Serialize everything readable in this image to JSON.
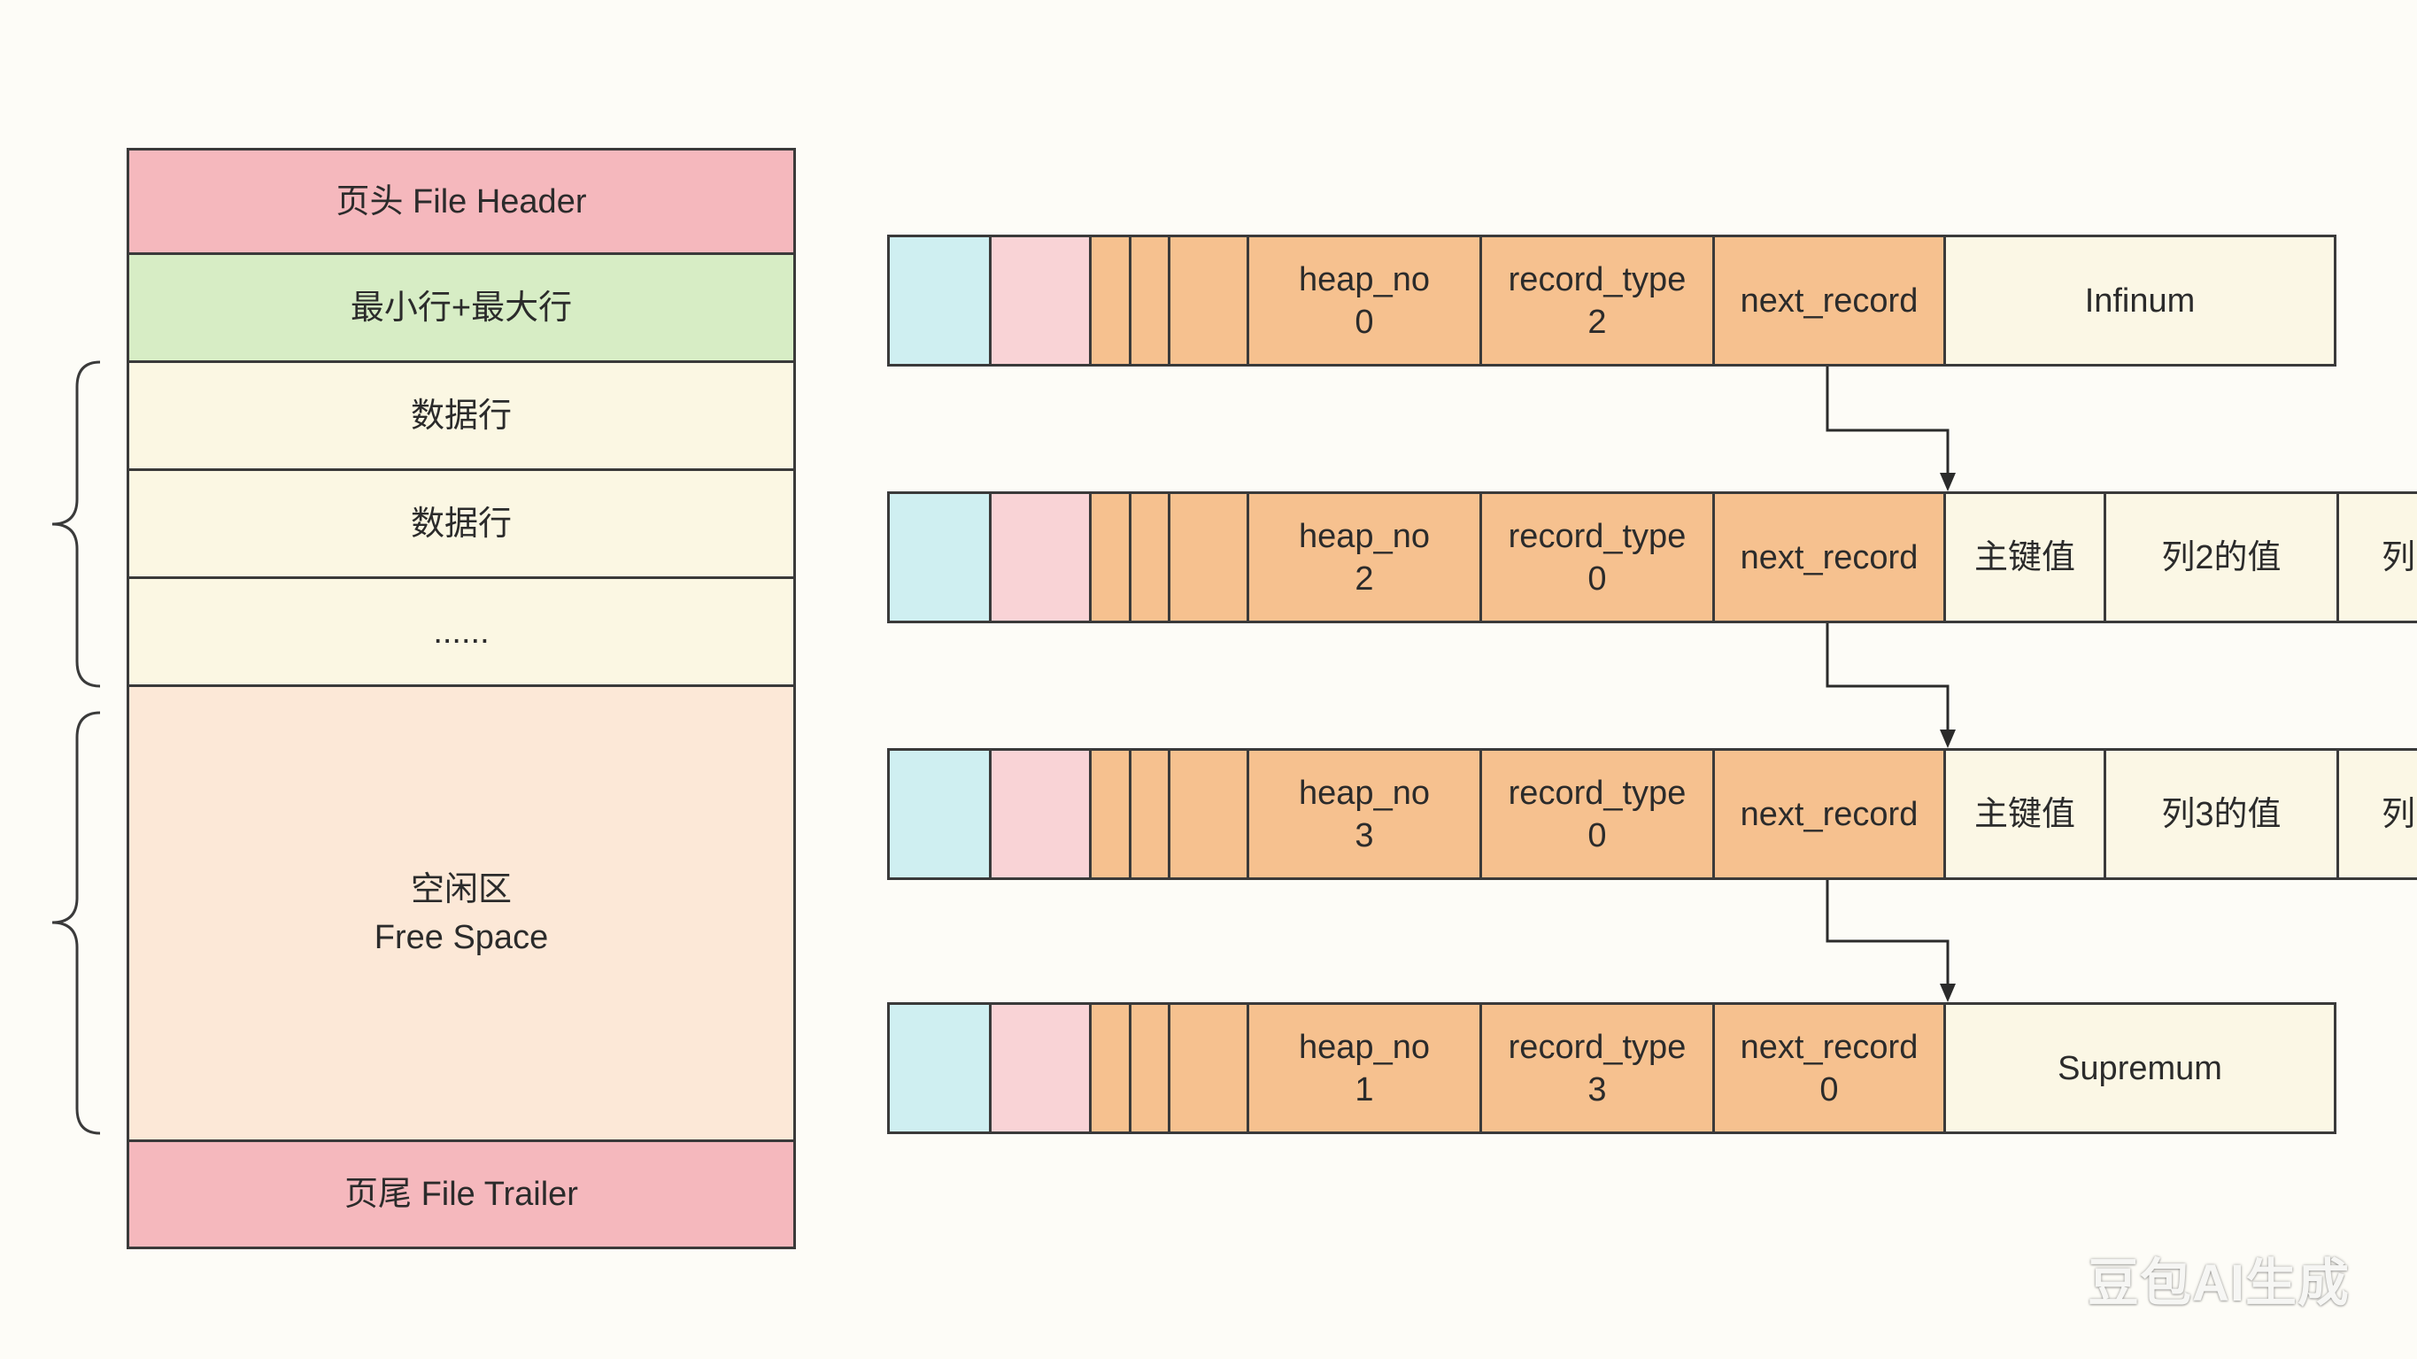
{
  "diagram": {
    "page_structure": {
      "sections": [
        {
          "label": "页头 File Header",
          "color": "#f5b8bd"
        },
        {
          "label": "最小行+最大行",
          "color": "#d7edc5"
        },
        {
          "label": "数据行",
          "color": "#fbf7e3"
        },
        {
          "label": "数据行",
          "color": "#fbf7e3"
        },
        {
          "label": "......",
          "color": "#fbf7e3"
        },
        {
          "lines": [
            "空闲区",
            "Free Space"
          ],
          "color": "#fce8d7"
        },
        {
          "label": "页尾 File Trailer",
          "color": "#f5b8bd"
        }
      ]
    },
    "records": [
      {
        "heap_no": {
          "name": "heap_no",
          "value": "0"
        },
        "record_type": {
          "name": "record_type",
          "value": "2"
        },
        "next_record": {
          "name": "next_record"
        },
        "payload": [
          "Infinum"
        ]
      },
      {
        "heap_no": {
          "name": "heap_no",
          "value": "2"
        },
        "record_type": {
          "name": "record_type",
          "value": "0"
        },
        "next_record": {
          "name": "next_record"
        },
        "payload": [
          "主键值",
          "列2的值",
          "列"
        ]
      },
      {
        "heap_no": {
          "name": "heap_no",
          "value": "3"
        },
        "record_type": {
          "name": "record_type",
          "value": "0"
        },
        "next_record": {
          "name": "next_record"
        },
        "payload": [
          "主键值",
          "列3的值",
          "列"
        ]
      },
      {
        "heap_no": {
          "name": "heap_no",
          "value": "1"
        },
        "record_type": {
          "name": "record_type",
          "value": "3"
        },
        "next_record": {
          "name": "next_record",
          "value": "0"
        },
        "payload": [
          "Supremum"
        ]
      }
    ],
    "colors": {
      "record_cell_cyan": "#cfeff1",
      "record_cell_pink": "#f9d3d6",
      "record_header_field": "#f6c18f",
      "payload_cell": "#fbf7e5",
      "border": "#3a3a3a",
      "background": "#fdfcf7"
    }
  },
  "watermark": "豆包AI生成"
}
